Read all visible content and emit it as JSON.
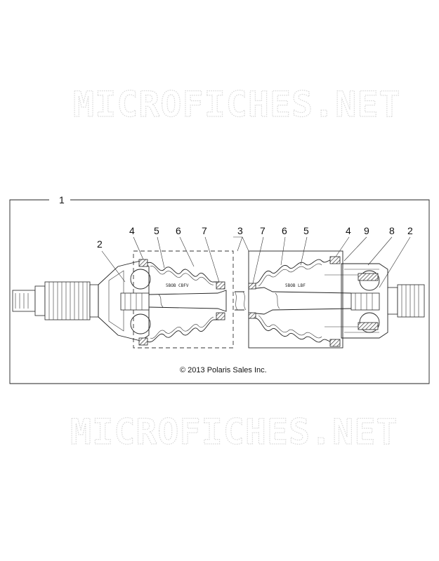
{
  "watermark_top": "MICROFICHES.NET",
  "watermark_bottom": "MICROFICHES.NET",
  "copyright": "© 2013 Polaris Sales Inc.",
  "assembly_callout": "1",
  "left_callouts": [
    "2",
    "4",
    "5",
    "6",
    "7"
  ],
  "center_callout": "3",
  "right_callouts": [
    "7",
    "6",
    "5",
    "4",
    "9",
    "8",
    "2"
  ],
  "left_boot_mark": "5BOB CBFV",
  "right_boot_mark": "5BOB LBF"
}
